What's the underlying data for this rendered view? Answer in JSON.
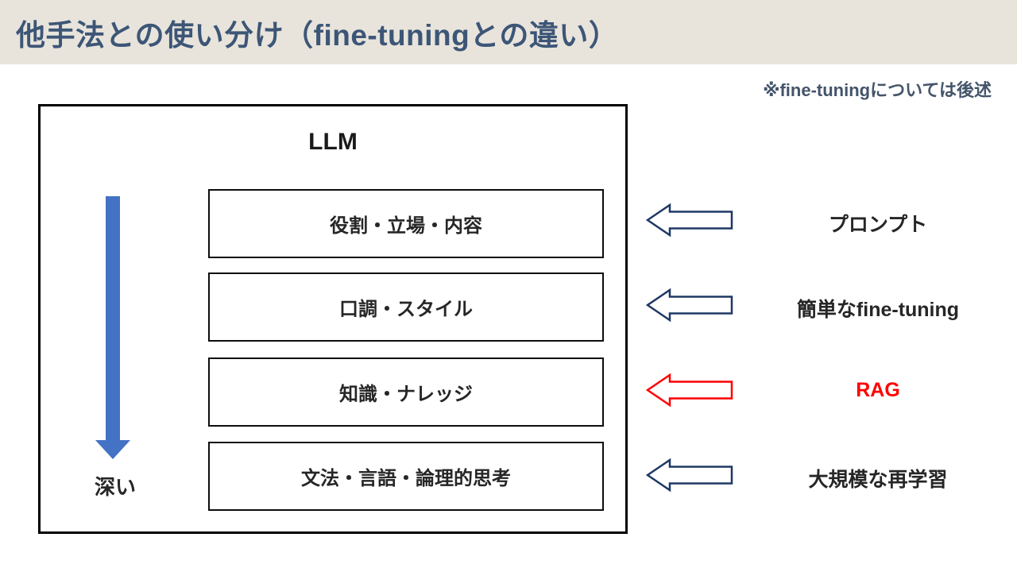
{
  "header": {
    "title": "他手法との使い分け（fine-tuningとの違い）"
  },
  "note": "※fine-tuningについては後述",
  "diagram": {
    "container_label": "LLM",
    "depth_axis": {
      "label": "深い",
      "arrow_color": "#4472c4"
    },
    "layers": [
      {
        "label": "役割・立場・内容"
      },
      {
        "label": "口調・スタイル"
      },
      {
        "label": "知識・ナレッジ"
      },
      {
        "label": "文法・言語・論理的思考"
      }
    ],
    "methods": [
      {
        "label": "プロンプト",
        "text_color": "#262626",
        "arrow_color": "#1f3864"
      },
      {
        "label": "簡単なfine-tuning",
        "text_color": "#262626",
        "arrow_color": "#1f3864"
      },
      {
        "label": "RAG",
        "text_color": "#ff0000",
        "arrow_color": "#ff0000"
      },
      {
        "label": "大規模な再学習",
        "text_color": "#262626",
        "arrow_color": "#1f3864"
      }
    ]
  },
  "colors": {
    "header_bg": "#e8e4dc",
    "title_text": "#3d5677",
    "note_text": "#44546a",
    "body_text": "#262626",
    "navy_arrow": "#1f3864",
    "red_accent": "#ff0000",
    "blue_arrow": "#4472c4"
  }
}
